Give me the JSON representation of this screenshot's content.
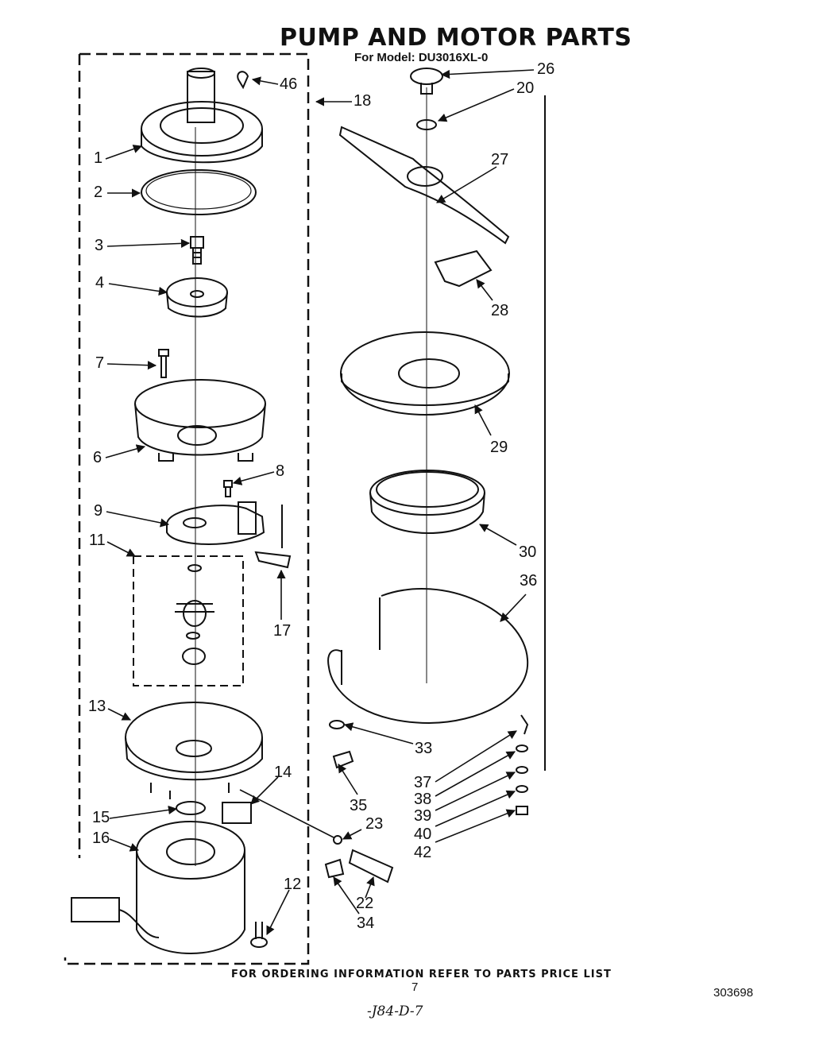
{
  "title": "PUMP AND MOTOR PARTS",
  "model_line": "For Model: DU3016XL-0",
  "labels": {
    "p1": "1",
    "p2": "2",
    "p3": "3",
    "p4": "4",
    "p6": "6",
    "p7": "7",
    "p8": "8",
    "p9": "9",
    "p11": "11",
    "p12": "12",
    "p13": "13",
    "p14": "14",
    "p15": "15",
    "p16": "16",
    "p17": "17",
    "p18": "18",
    "p20": "20",
    "p22": "22",
    "p23": "23",
    "p26": "26",
    "p27": "27",
    "p28": "28",
    "p29": "29",
    "p30": "30",
    "p33": "33",
    "p34": "34",
    "p35": "35",
    "p36": "36",
    "p37": "37",
    "p38": "38",
    "p39": "39",
    "p40": "40",
    "p42": "42",
    "p46": "46"
  },
  "footer": "FOR ORDERING INFORMATION REFER TO PARTS PRICE LIST",
  "page_number": "7",
  "doc_number": "303698",
  "handwritten_note": "-J84-D-7"
}
